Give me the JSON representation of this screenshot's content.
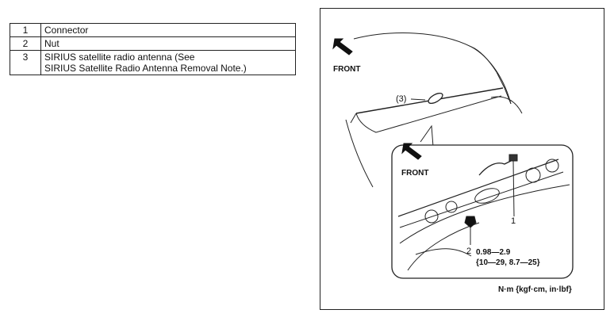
{
  "legend": {
    "rows": [
      {
        "num": "1",
        "desc": "Connector"
      },
      {
        "num": "2",
        "desc": "Nut"
      },
      {
        "num": "3",
        "desc": "SIRIUS satellite radio antenna (See\nSIRIUS Satellite Radio Antenna Removal Note.)"
      }
    ]
  },
  "figure": {
    "front_label_top": "FRONT",
    "front_label_detail": "FRONT",
    "callout_1": "1",
    "callout_2": "2",
    "callout_3": "(3)",
    "torque_value": "0.98—2.9",
    "torque_alt": "{10—29, 8.7—25}",
    "torque_unit": "N·m {kgf·cm, in·lbf}"
  }
}
